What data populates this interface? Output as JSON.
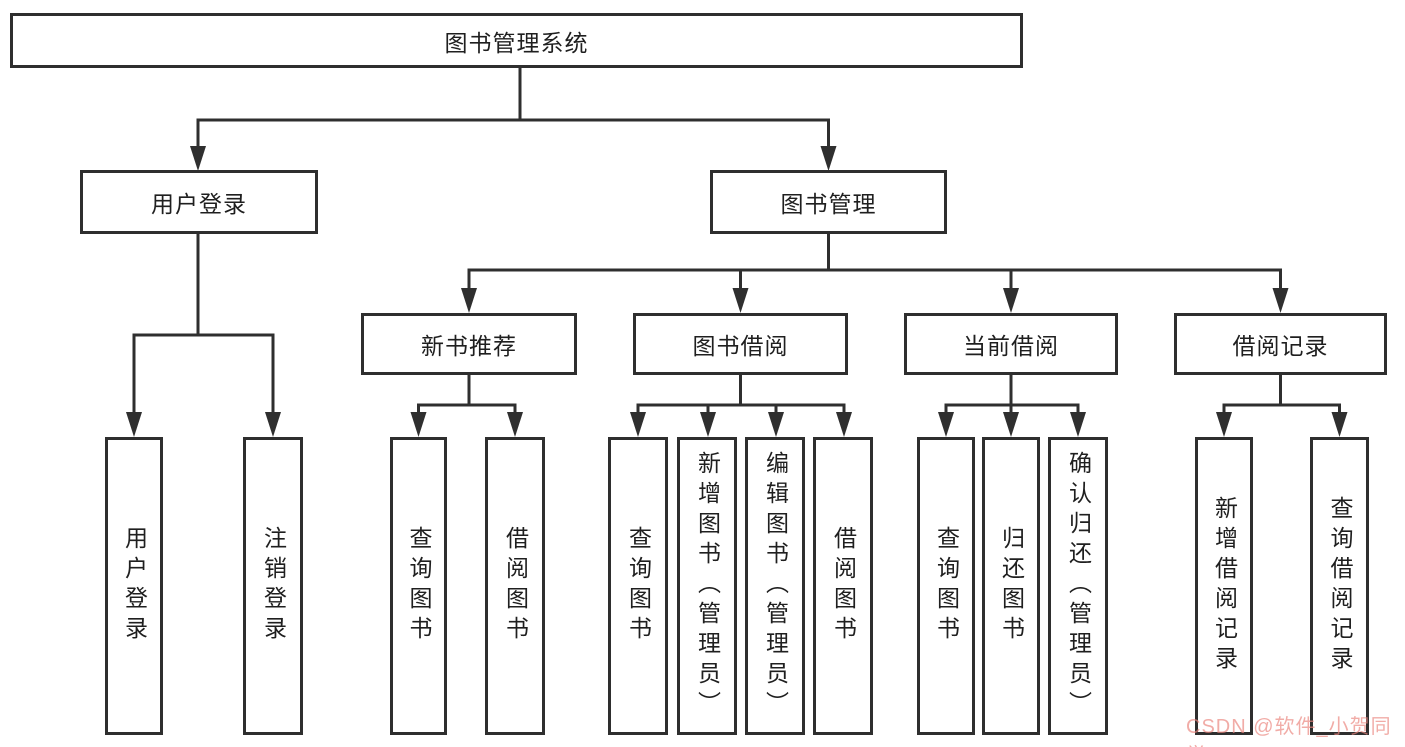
{
  "diagram": {
    "type": "tree",
    "root": {
      "label": "图书管理系统"
    },
    "level2": [
      {
        "label": "用户登录",
        "children": [
          "用户登录",
          "注销登录"
        ]
      },
      {
        "label": "图书管理",
        "children": [
          "新书推荐",
          "图书借阅",
          "当前借阅",
          "借阅记录"
        ]
      }
    ],
    "level3": [
      {
        "label": "新书推荐",
        "parent": "图书管理",
        "children": [
          "查询图书",
          "借阅图书"
        ]
      },
      {
        "label": "图书借阅",
        "parent": "图书管理",
        "children": [
          "查询图书",
          "新增图书（管理员）",
          "编辑图书（管理员）",
          "借阅图书"
        ]
      },
      {
        "label": "当前借阅",
        "parent": "图书管理",
        "children": [
          "查询图书",
          "归还图书",
          "确认归还（管理员）"
        ]
      },
      {
        "label": "借阅记录",
        "parent": "图书管理",
        "children": [
          "新增借阅记录",
          "查询借阅记录"
        ]
      }
    ],
    "leaves": [
      {
        "label": "用户登录",
        "parent": "用户登录"
      },
      {
        "label": "注销登录",
        "parent": "用户登录"
      },
      {
        "label": "查询图书",
        "parent": "新书推荐"
      },
      {
        "label": "借阅图书",
        "parent": "新书推荐"
      },
      {
        "label": "查询图书",
        "parent": "图书借阅"
      },
      {
        "label": "新增图书（管理员）",
        "parent": "图书借阅"
      },
      {
        "label": "编辑图书（管理员）",
        "parent": "图书借阅"
      },
      {
        "label": "借阅图书",
        "parent": "图书借阅"
      },
      {
        "label": "查询图书",
        "parent": "当前借阅"
      },
      {
        "label": "归还图书",
        "parent": "当前借阅"
      },
      {
        "label": "确认归还（管理员）",
        "parent": "当前借阅"
      },
      {
        "label": "新增借阅记录",
        "parent": "借阅记录"
      },
      {
        "label": "查询借阅记录",
        "parent": "借阅记录"
      }
    ],
    "watermark": {
      "text": "CSDN @软件_小贺同学"
    },
    "colors": {
      "background": "#ffffff",
      "line": "#2f2f2f",
      "box_border": "#2e2e2e",
      "text": "#1f1f1f",
      "watermark": "#eb847d"
    }
  }
}
